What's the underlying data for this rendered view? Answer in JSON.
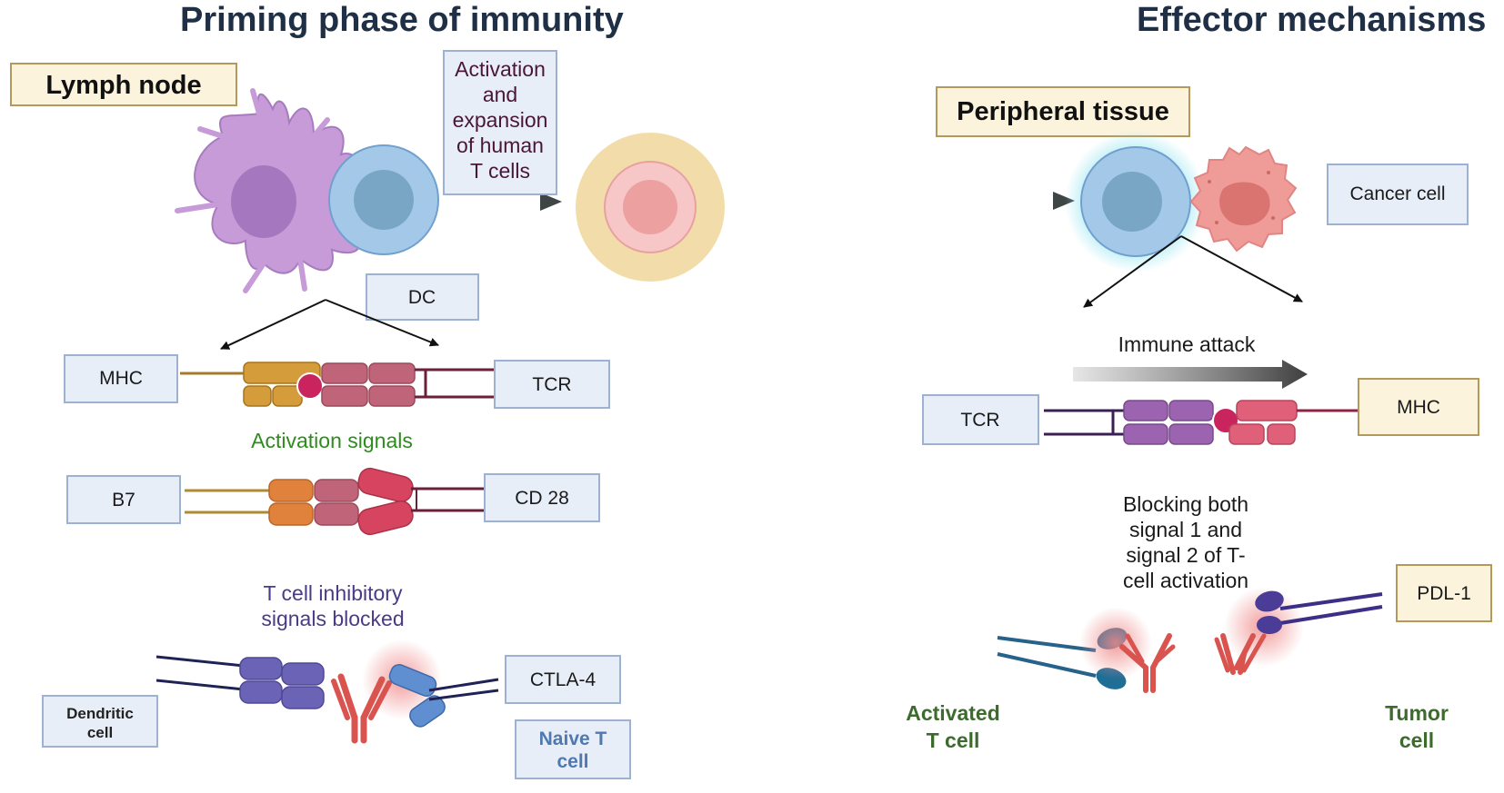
{
  "titles": {
    "priming": "Priming phase of immunity",
    "effector": "Effector mechanisms"
  },
  "locations": {
    "lymph_node": "Lymph node",
    "peripheral_tissue": "Peripheral tissue"
  },
  "activation_box": [
    "Activation",
    "and",
    "expansion",
    "of human",
    "T cells"
  ],
  "labels": {
    "dc": "DC",
    "mhc_left": "MHC",
    "tcr_left": "TCR",
    "b7": "B7",
    "cd28": "CD 28",
    "ctla4": "CTLA-4",
    "dendritic_cell": [
      "Dendritic",
      "cell"
    ],
    "naive_t_cell": [
      "Naive T",
      "cell"
    ],
    "cancer_cell": "Cancer cell",
    "tcr_right": "TCR",
    "mhc_right": "MHC",
    "pdl1": "PDL-1",
    "activated_t_cell": [
      "Activated",
      "T cell"
    ],
    "tumor_cell": [
      "Tumor",
      "cell"
    ]
  },
  "signals": {
    "activation": "Activation signals",
    "inhibitory": [
      "T cell inhibitory",
      "signals blocked"
    ],
    "immune_attack": "Immune attack",
    "blocking": [
      "Blocking both",
      "signal 1 and",
      "signal 2 of T-",
      "cell activation"
    ]
  },
  "colors": {
    "title": "#1f3046",
    "box_blue_fill": "#e8eef8",
    "box_cream_fill": "#fbf3dc",
    "green_text": "#2e8b1e",
    "purple_text": "#4b3b86",
    "antibody_red": "#d9534f"
  }
}
